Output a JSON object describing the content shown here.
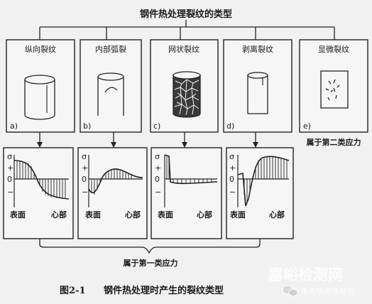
{
  "title": "钢件热处理裂纹的类型",
  "crack_types": [
    {
      "label": "纵向裂纹",
      "tag": "a)"
    },
    {
      "label": "内部弧裂",
      "tag": "b)"
    },
    {
      "label": "网状裂纹",
      "tag": "c)"
    },
    {
      "label": "剥离裂纹",
      "tag": "d)"
    },
    {
      "label": "显微裂纹",
      "tag": "e)"
    }
  ],
  "stress_axis": {
    "sigma": "σ",
    "plus": "+",
    "zero": "0",
    "minus": "−"
  },
  "surface_label": "表面",
  "core_label": "心部",
  "class1_label": "属于第一类应力",
  "class2_label": "属于第二类应力",
  "caption": {
    "number": "图2-1",
    "text": "钢件热处理时产生的裂纹类型"
  },
  "watermark": {
    "site": "嘉峪检测网",
    "account": "每天学点热处理"
  }
}
